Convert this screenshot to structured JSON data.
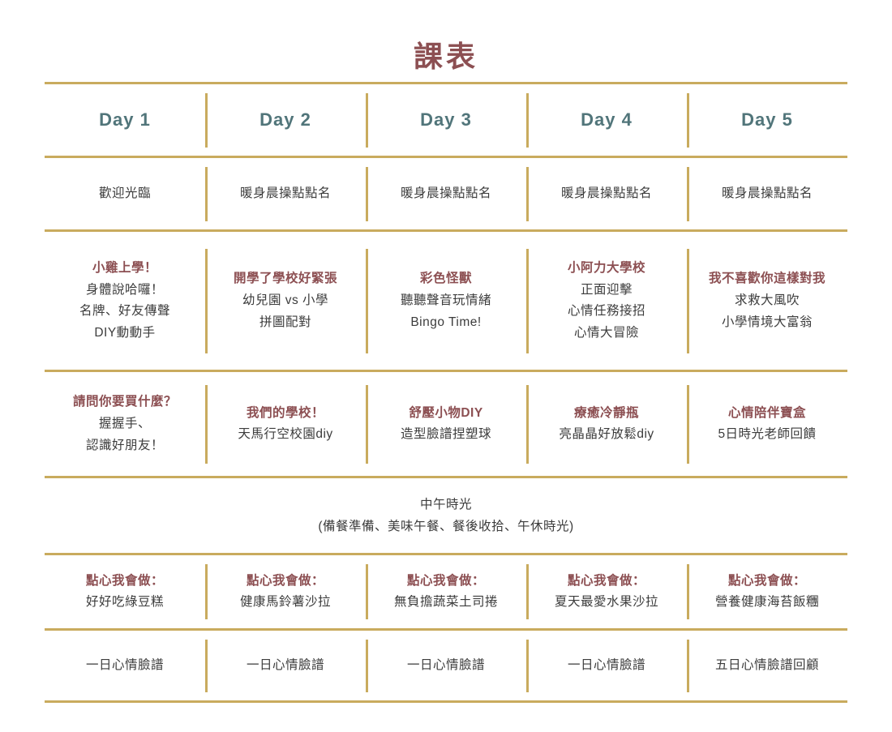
{
  "title": "課表",
  "theme": {
    "rule_color": "#c9ab5e",
    "heading_color": "#51757a",
    "accent_color": "#8c4f52",
    "body_color": "#3c3c3c",
    "background": "#ffffff"
  },
  "columns": [
    {
      "label": "Day 1"
    },
    {
      "label": "Day 2"
    },
    {
      "label": "Day 3"
    },
    {
      "label": "Day 4"
    },
    {
      "label": "Day 5"
    }
  ],
  "rows": [
    {
      "key": "morning_call",
      "cells": [
        {
          "lines": [
            {
              "text": "歡迎光臨",
              "style": "plain"
            }
          ]
        },
        {
          "lines": [
            {
              "text": "暖身晨操點點名",
              "style": "plain"
            }
          ]
        },
        {
          "lines": [
            {
              "text": "暖身晨操點點名",
              "style": "plain"
            }
          ]
        },
        {
          "lines": [
            {
              "text": "暖身晨操點點名",
              "style": "plain"
            }
          ]
        },
        {
          "lines": [
            {
              "text": "暖身晨操點點名",
              "style": "plain"
            }
          ]
        }
      ]
    },
    {
      "key": "morning_session",
      "cells": [
        {
          "lines": [
            {
              "text": "小雞上學！",
              "style": "lead"
            },
            {
              "text": "身體說哈囉！",
              "style": "plain"
            },
            {
              "text": "名牌、好友傳聲",
              "style": "plain"
            },
            {
              "text": "DIY動動手",
              "style": "plain"
            }
          ]
        },
        {
          "lines": [
            {
              "text": "開學了學校好緊張",
              "style": "lead"
            },
            {
              "text": "幼兒園 vs 小學",
              "style": "plain"
            },
            {
              "text": "拼圖配對",
              "style": "plain"
            }
          ]
        },
        {
          "lines": [
            {
              "text": "彩色怪獸",
              "style": "lead"
            },
            {
              "text": "聽聽聲音玩情緒",
              "style": "plain"
            },
            {
              "text": "Bingo Time!",
              "style": "plain"
            }
          ]
        },
        {
          "lines": [
            {
              "text": "小阿力大學校",
              "style": "lead"
            },
            {
              "text": "正面迎擊",
              "style": "plain"
            },
            {
              "text": "心情任務接招",
              "style": "plain"
            },
            {
              "text": "心情大冒險",
              "style": "plain"
            }
          ]
        },
        {
          "lines": [
            {
              "text": "我不喜歡你這樣對我",
              "style": "lead"
            },
            {
              "text": "求救大風吹",
              "style": "plain"
            },
            {
              "text": "小學情境大富翁",
              "style": "plain"
            }
          ]
        }
      ]
    },
    {
      "key": "activity_session",
      "cells": [
        {
          "lines": [
            {
              "text": "請問你要買什麼？",
              "style": "lead"
            },
            {
              "text": "握握手、",
              "style": "plain"
            },
            {
              "text": "認識好朋友！",
              "style": "plain"
            }
          ]
        },
        {
          "lines": [
            {
              "text": "我們的學校！",
              "style": "lead"
            },
            {
              "text": "天馬行空校園diy",
              "style": "plain"
            }
          ]
        },
        {
          "lines": [
            {
              "text": "舒壓小物DIY",
              "style": "lead"
            },
            {
              "text": "造型臉譜捏塑球",
              "style": "plain"
            }
          ]
        },
        {
          "lines": [
            {
              "text": "療癒冷靜瓶",
              "style": "lead"
            },
            {
              "text": "亮晶晶好放鬆diy",
              "style": "plain"
            }
          ]
        },
        {
          "lines": [
            {
              "text": "心情陪伴寶盒",
              "style": "lead"
            },
            {
              "text": "5日時光老師回饋",
              "style": "plain"
            }
          ]
        }
      ]
    }
  ],
  "lunch": {
    "key": "lunch_break",
    "lines": [
      {
        "text": "中午時光",
        "style": "plain"
      },
      {
        "text": "(備餐準備、美味午餐、餐後收拾、午休時光)",
        "style": "plain"
      }
    ]
  },
  "rows_after": [
    {
      "key": "snack",
      "cells": [
        {
          "lines": [
            {
              "text": "點心我會做：",
              "style": "lead"
            },
            {
              "text": "好好吃綠豆糕",
              "style": "plain"
            }
          ]
        },
        {
          "lines": [
            {
              "text": "點心我會做：",
              "style": "lead"
            },
            {
              "text": "健康馬鈴薯沙拉",
              "style": "plain"
            }
          ]
        },
        {
          "lines": [
            {
              "text": "點心我會做：",
              "style": "lead"
            },
            {
              "text": "無負擔蔬菜土司捲",
              "style": "plain"
            }
          ]
        },
        {
          "lines": [
            {
              "text": "點心我會做：",
              "style": "lead"
            },
            {
              "text": "夏天最愛水果沙拉",
              "style": "plain"
            }
          ]
        },
        {
          "lines": [
            {
              "text": "點心我會做：",
              "style": "lead"
            },
            {
              "text": "營養健康海苔飯糰",
              "style": "plain"
            }
          ]
        }
      ]
    },
    {
      "key": "closing",
      "cells": [
        {
          "lines": [
            {
              "text": "一日心情臉譜",
              "style": "plain"
            }
          ]
        },
        {
          "lines": [
            {
              "text": "一日心情臉譜",
              "style": "plain"
            }
          ]
        },
        {
          "lines": [
            {
              "text": "一日心情臉譜",
              "style": "plain"
            }
          ]
        },
        {
          "lines": [
            {
              "text": "一日心情臉譜",
              "style": "plain"
            }
          ]
        },
        {
          "lines": [
            {
              "text": "五日心情臉譜回顧",
              "style": "plain"
            }
          ]
        }
      ]
    }
  ]
}
